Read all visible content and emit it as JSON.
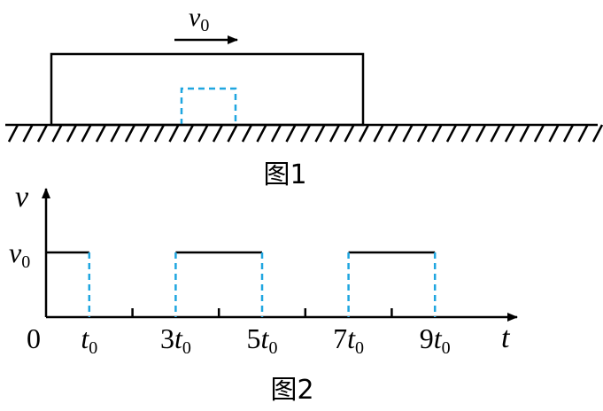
{
  "figure1": {
    "caption": "图1",
    "velocity_symbol": "v",
    "velocity_subscript": "0"
  },
  "figure2": {
    "caption": "图2",
    "y_axis_label": "v",
    "x_axis_label": "t",
    "origin_label": "0",
    "v_level_symbol": "v",
    "v_level_subscript": "0",
    "t_ticks": [
      {
        "coef": "",
        "sym": "t",
        "sub": "0",
        "t": 1
      },
      {
        "coef": "3",
        "sym": "t",
        "sub": "0",
        "t": 3
      },
      {
        "coef": "5",
        "sym": "t",
        "sub": "0",
        "t": 5
      },
      {
        "coef": "7",
        "sym": "t",
        "sub": "0",
        "t": 7
      },
      {
        "coef": "9",
        "sym": "t",
        "sub": "0",
        "t": 9
      }
    ],
    "pulses": [
      {
        "start": 0,
        "end": 1
      },
      {
        "start": 3,
        "end": 5
      },
      {
        "start": 7,
        "end": 9
      }
    ],
    "minor_ticks": [
      2,
      4,
      6,
      8
    ],
    "pulse_height": 1
  },
  "colors": {
    "stroke": "#000000",
    "dashed": "#1fa6e0"
  }
}
